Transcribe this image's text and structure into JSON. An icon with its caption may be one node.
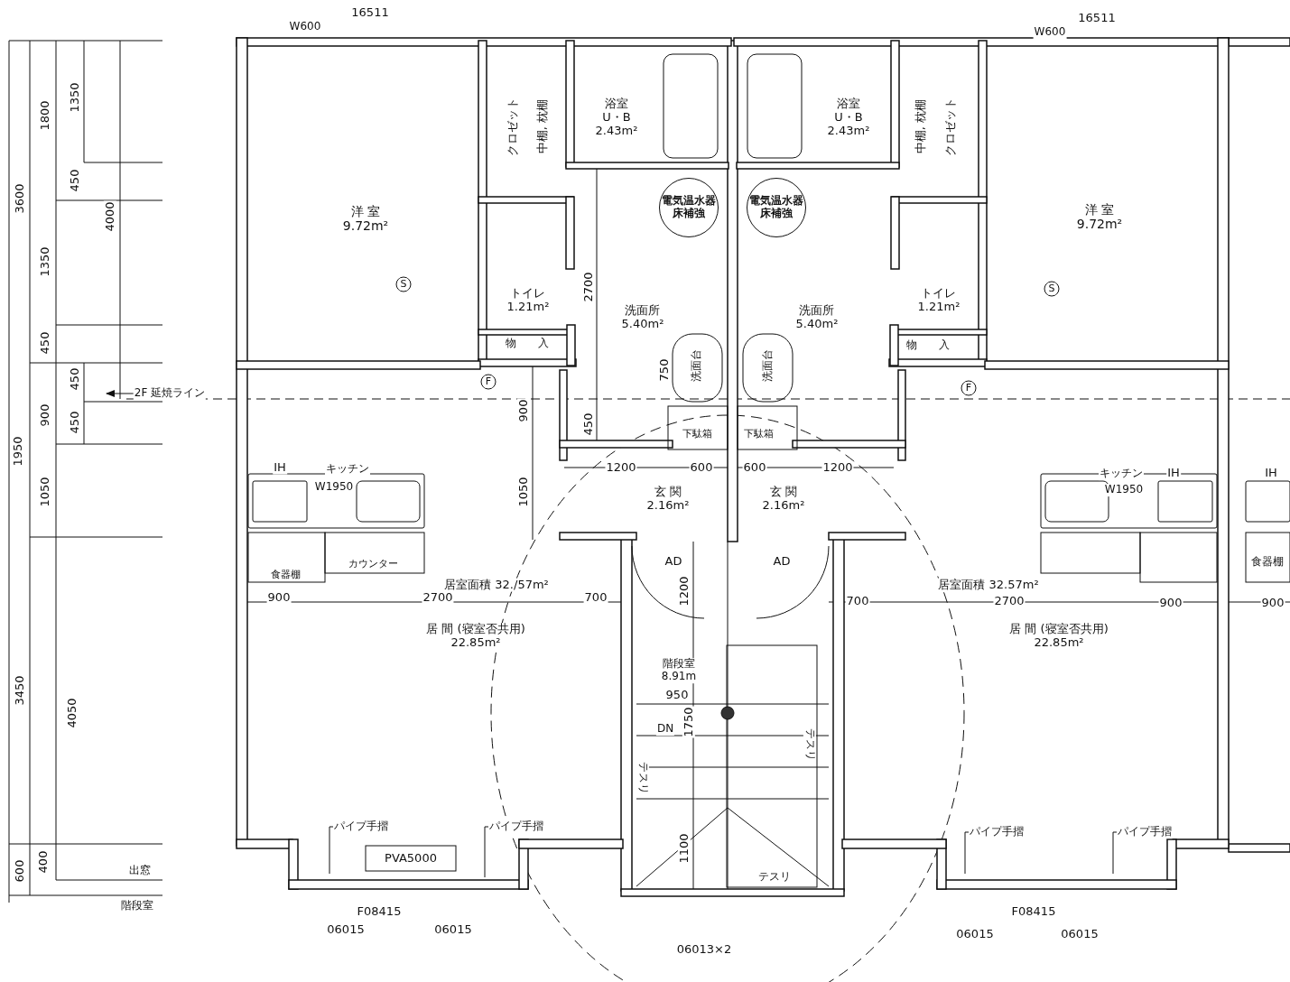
{
  "diagram": {
    "nodes": [
      {
        "text": [
          "洋 室",
          "9.72m²"
        ]
      },
      {
        "text": [
          "クロゼット",
          "中棚, 枕棚"
        ]
      },
      {
        "text": [
          "浴室",
          "U・B",
          "2.43m²"
        ]
      },
      {
        "text": [
          "トイレ",
          "1.21m²"
        ]
      },
      {
        "text": [
          "物",
          "入"
        ]
      },
      {
        "text": [
          "洗面所",
          "5.40m²"
        ]
      },
      {
        "text": [
          "電気温水器床補強"
        ]
      },
      {
        "text": [
          "洗面台"
        ]
      },
      {
        "text": [
          "下駄箱"
        ]
      },
      {
        "text": [
          "玄 関",
          "2.16m²"
        ]
      },
      {
        "text": [
          "キッチン"
        ]
      },
      {
        "text": [
          "食器棚"
        ]
      },
      {
        "text": [
          "カウンター"
        ]
      },
      {
        "text": [
          "居 間 (寝室否共用)",
          "22.85m²"
        ]
      },
      {
        "text": [
          "階段室",
          "8.91m"
        ]
      },
      {
        "text": [
          "洋 室",
          "9.72m²"
        ]
      },
      {
        "text": [
          "クロゼット",
          "中棚, 枕棚"
        ]
      },
      {
        "text": [
          "浴室",
          "U・B",
          "2.43m²"
        ]
      },
      {
        "text": [
          "トイレ",
          "1.21m²"
        ]
      },
      {
        "text": [
          "物",
          "入"
        ]
      },
      {
        "text": [
          "洗面所",
          "5.40m²"
        ]
      },
      {
        "text": [
          "電気温水器床補強"
        ]
      },
      {
        "text": [
          "洗面台"
        ]
      },
      {
        "text": [
          "下駄箱"
        ]
      },
      {
        "text": [
          "玄 関",
          "2.16m²"
        ]
      },
      {
        "text": [
          "キッチン"
        ]
      },
      {
        "text": [
          "居 間 (寝室否共用)",
          "22.85m²"
        ]
      },
      {
        "text": [
          "パイプ手摺"
        ]
      },
      {
        "text": [
          "パイプ手摺"
        ]
      },
      {
        "text": [
          "パイプ手摺"
        ]
      },
      {
        "text": [
          "パイプ手摺"
        ]
      },
      {
        "text": [
          "2F 延焼ライン"
        ]
      },
      {
        "text": [
          "W600"
        ]
      },
      {
        "text": [
          "W600"
        ]
      },
      {
        "text": [
          "IH"
        ]
      },
      {
        "text": [
          "IH"
        ]
      },
      {
        "text": [
          "IH"
        ]
      },
      {
        "text": [
          "W1950"
        ]
      },
      {
        "text": [
          "W1950"
        ]
      },
      {
        "text": [
          "居室面積 32./57m²"
        ]
      },
      {
        "text": [
          "居室面積 32.57m²"
        ]
      },
      {
        "text": [
          "テスリ"
        ]
      },
      {
        "text": [
          "テスリ"
        ]
      },
      {
        "text": [
          "テスリ"
        ]
      },
      {
        "text": [
          "PVA5000"
        ]
      },
      {
        "text": [
          "S"
        ]
      },
      {
        "text": [
          "S"
        ]
      },
      {
        "text": [
          "F"
        ]
      },
      {
        "text": [
          "F"
        ]
      },
      {
        "text": [
          "AD"
        ]
      },
      {
        "text": [
          "AD"
        ]
      },
      {
        "text": [
          "DN"
        ]
      },
      {
        "text": [
          "出窓"
        ]
      },
      {
        "text": [
          "階段室"
        ]
      },
      {
        "text": [
          "F08415"
        ]
      },
      {
        "text": [
          "F08415"
        ]
      },
      {
        "text": [
          "06015"
        ]
      },
      {
        "text": [
          "06015"
        ]
      },
      {
        "text": [
          "06015"
        ]
      },
      {
        "text": [
          "06015"
        ]
      },
      {
        "text": [
          "06013×2"
        ]
      },
      {
        "text": [
          "食器棚"
        ]
      }
    ],
    "edges": [
      {
        "from": 27,
        "to": null,
        "arrow": "none"
      },
      {
        "from": 28,
        "to": null,
        "arrow": "none"
      },
      {
        "from": 29,
        "to": null,
        "arrow": "none"
      },
      {
        "from": 30,
        "to": null,
        "arrow": "none"
      },
      {
        "from": 31,
        "to": null,
        "arrow": "to"
      }
    ],
    "labels": [
      "16511",
      "16511",
      "1350",
      "1800",
      "450",
      "3600",
      "4000",
      "1350",
      "2700",
      "450",
      "450",
      "750",
      "900",
      "900",
      "450",
      "450",
      "1950",
      "1200",
      "600",
      "600",
      "1200",
      "1050",
      "1050",
      "1200",
      "900",
      "2700",
      "700",
      "700",
      "2700",
      "900",
      "900",
      "950",
      "3450",
      "4050",
      "1750",
      "1100",
      "400",
      "600"
    ]
  }
}
